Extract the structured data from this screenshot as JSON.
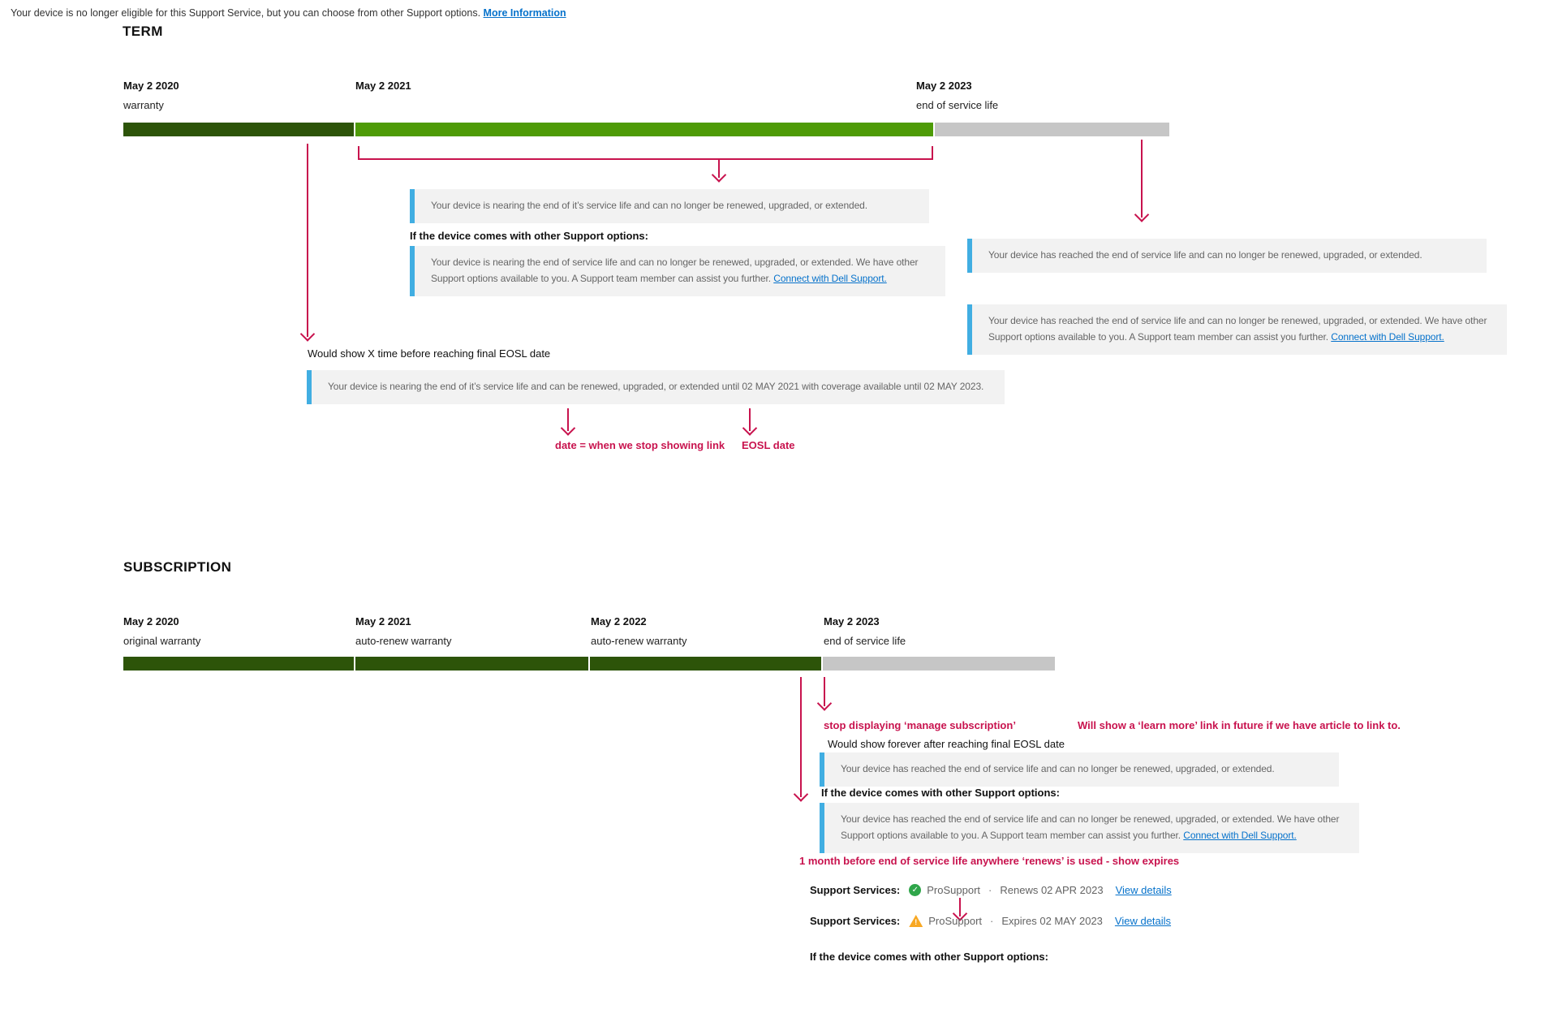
{
  "banner": {
    "text": "Your device is no longer eligible for this Support Service, but you can choose from other Support options.",
    "link_label": "More Information"
  },
  "colors": {
    "dark_green": "#2D5409",
    "bright_green": "#4E9B07",
    "timeline_gray": "#C6C6C6",
    "annotation_red": "#C8134E",
    "message_accent_blue": "#41AEE2",
    "link_blue": "#0672CB"
  },
  "term": {
    "title": "TERM",
    "milestones": [
      {
        "date": "May 2 2020",
        "label": "warranty"
      },
      {
        "date": "May 2 2021",
        "label": ""
      },
      {
        "date": "May 2 2023",
        "label": "end of service life"
      }
    ],
    "boxes": {
      "nearing": "Your device is nearing the end of it’s service life and can no longer be renewed, upgraded, or extended.",
      "other_options_heading": "If the device comes with other Support options:",
      "nearing_options_text": "Your device is nearing the end of service life and can no longer be renewed, upgraded, or extended. We have other Support options available to you. A Support team member can assist you further. ",
      "connect_link": "Connect with Dell Support.",
      "reached": "Your device has reached the end of service life and can no longer be renewed, upgraded, or extended.",
      "reached_options_heading_hidden": "",
      "reached_options_text": "Your device has reached the end of service life and can no longer be renewed, upgraded, or extended. We have other Support options available to you. A Support team member can assist you further. ",
      "renewable": "Your device is nearing the end of it’s service life and can be renewed, upgraded, or extended until 02 MAY 2021 with coverage available until 02 MAY 2023."
    },
    "annotations": {
      "would_show": "Would show X time before reaching final EOSL date",
      "stop_showing_link_date": "date = when we stop showing link",
      "eosl_date": "EOSL date"
    }
  },
  "subscription": {
    "title": "SUBSCRIPTION",
    "milestones": [
      {
        "date": "May 2 2020",
        "label": "original warranty"
      },
      {
        "date": "May 2 2021",
        "label": "auto-renew warranty"
      },
      {
        "date": "May 2 2022",
        "label": "auto-renew warranty"
      },
      {
        "date": "May 2 2023",
        "label": "end of service life"
      }
    ],
    "annotations": {
      "stop_displaying": "stop displaying ‘manage subscription’",
      "learn_more": "Will show a ‘learn more’ link in future if we have article to link to.",
      "would_show_forever": "Would show forever after reaching final EOSL date",
      "one_month": "1 month before end of service life anywhere ‘renews’ is used - show expires"
    },
    "boxes": {
      "reached": "Your device has reached the end of service life and can no longer be renewed, upgraded, or extended.",
      "other_options_heading": "If the device comes with other Support options:",
      "reached_options_text": "Your device has reached the end of service life and can no longer be renewed, upgraded, or extended. We have other Support options available to you. A Support team member can assist you further. ",
      "connect_link": "Connect with Dell Support."
    },
    "support_rows": [
      {
        "label": "Support Services:",
        "icon": "check-circle-icon",
        "icon_glyph": "✓",
        "service": "ProSupport",
        "separator": "·",
        "status": "Renews 02 APR 2023",
        "link": "View details"
      },
      {
        "label": "Support Services:",
        "icon": "warning-triangle-icon",
        "icon_glyph": "!",
        "service": "ProSupport",
        "separator": "·",
        "status": "Expires 02 MAY 2023",
        "link": "View details"
      }
    ],
    "footer_heading": "If the device comes with other Support options:"
  }
}
